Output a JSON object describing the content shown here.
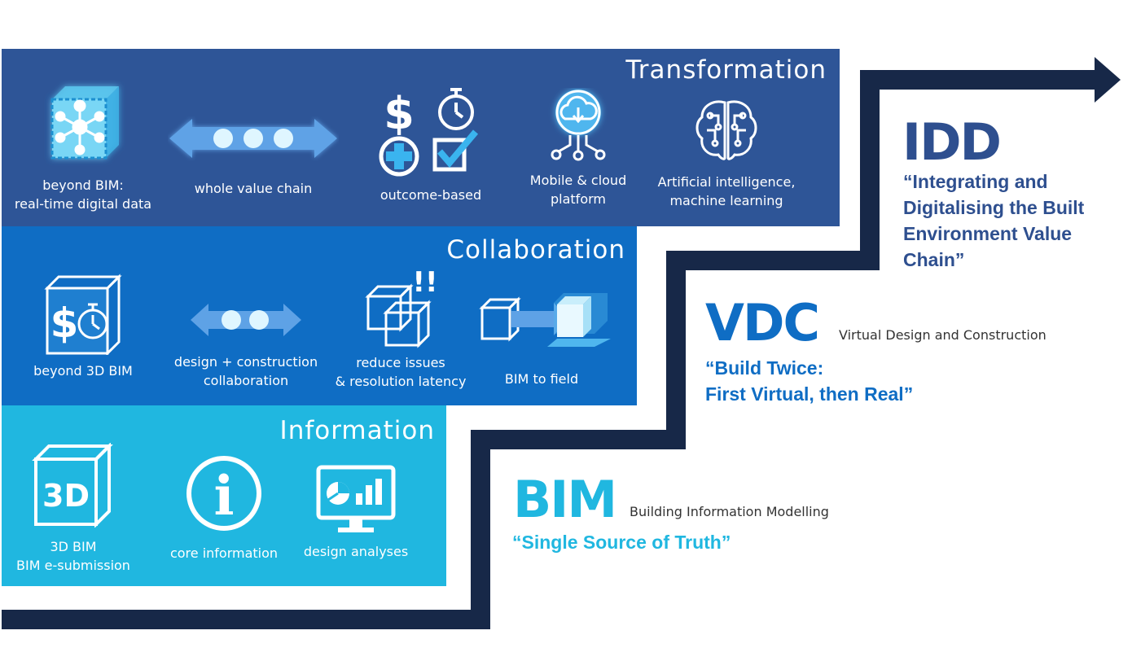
{
  "bands": {
    "transformation": {
      "title": "Transformation",
      "items": [
        {
          "icon": "network-cube-icon",
          "lines": [
            "beyond BIM:",
            "real-time digital data"
          ]
        },
        {
          "icon": "value-chain-arrow-icon",
          "lines": [
            "whole value chain"
          ]
        },
        {
          "icon": "outcome-icons",
          "lines": [
            "outcome-based"
          ]
        },
        {
          "icon": "cloud-download-icon",
          "lines": [
            "Mobile & cloud",
            "platform"
          ]
        },
        {
          "icon": "brain-circuit-icon",
          "lines": [
            "Artificial intelligence,",
            "machine learning"
          ]
        }
      ]
    },
    "collaboration": {
      "title": "Collaboration",
      "items": [
        {
          "icon": "cost-time-cube-icon",
          "lines": [
            "beyond 3D BIM"
          ]
        },
        {
          "icon": "collaboration-arrow-icon",
          "lines": [
            "design + construction",
            "collaboration"
          ]
        },
        {
          "icon": "clash-cubes-icon",
          "mark": "!!",
          "lines": [
            "reduce issues",
            "& resolution latency"
          ]
        },
        {
          "icon": "bim-to-field-icon",
          "lines": [
            "BIM to field"
          ]
        }
      ]
    },
    "information": {
      "title": "Information",
      "items": [
        {
          "icon": "3d-cube-icon",
          "mark": "3D",
          "lines": [
            "3D BIM",
            "BIM e-submission"
          ]
        },
        {
          "icon": "info-icon",
          "mark": "i",
          "lines": [
            "core information"
          ]
        },
        {
          "icon": "monitor-chart-icon",
          "lines": [
            "design analyses"
          ]
        }
      ]
    }
  },
  "stages": {
    "idd": {
      "acronym": "IDD",
      "subtitle": "",
      "quote_lines": [
        "“Integrating and",
        "Digitalising the Built",
        "Environment Value",
        "Chain”"
      ],
      "color": "#2e4f8f"
    },
    "vdc": {
      "acronym": "VDC",
      "subtitle": "Virtual Design and Construction",
      "quote_lines": [
        "“Build Twice:",
        "First Virtual, then Real”"
      ],
      "color": "#0f6dc4"
    },
    "bim": {
      "acronym": "BIM",
      "subtitle": "Building Information Modelling",
      "quote_lines": [
        "“Single Source of Truth”"
      ],
      "color": "#20b7e0"
    }
  },
  "colors": {
    "stair": "#172848",
    "transformation": "#2e5597",
    "collaboration": "#0f6dc4",
    "information": "#20b7e0",
    "icon_glow": "#7fe3ff"
  }
}
